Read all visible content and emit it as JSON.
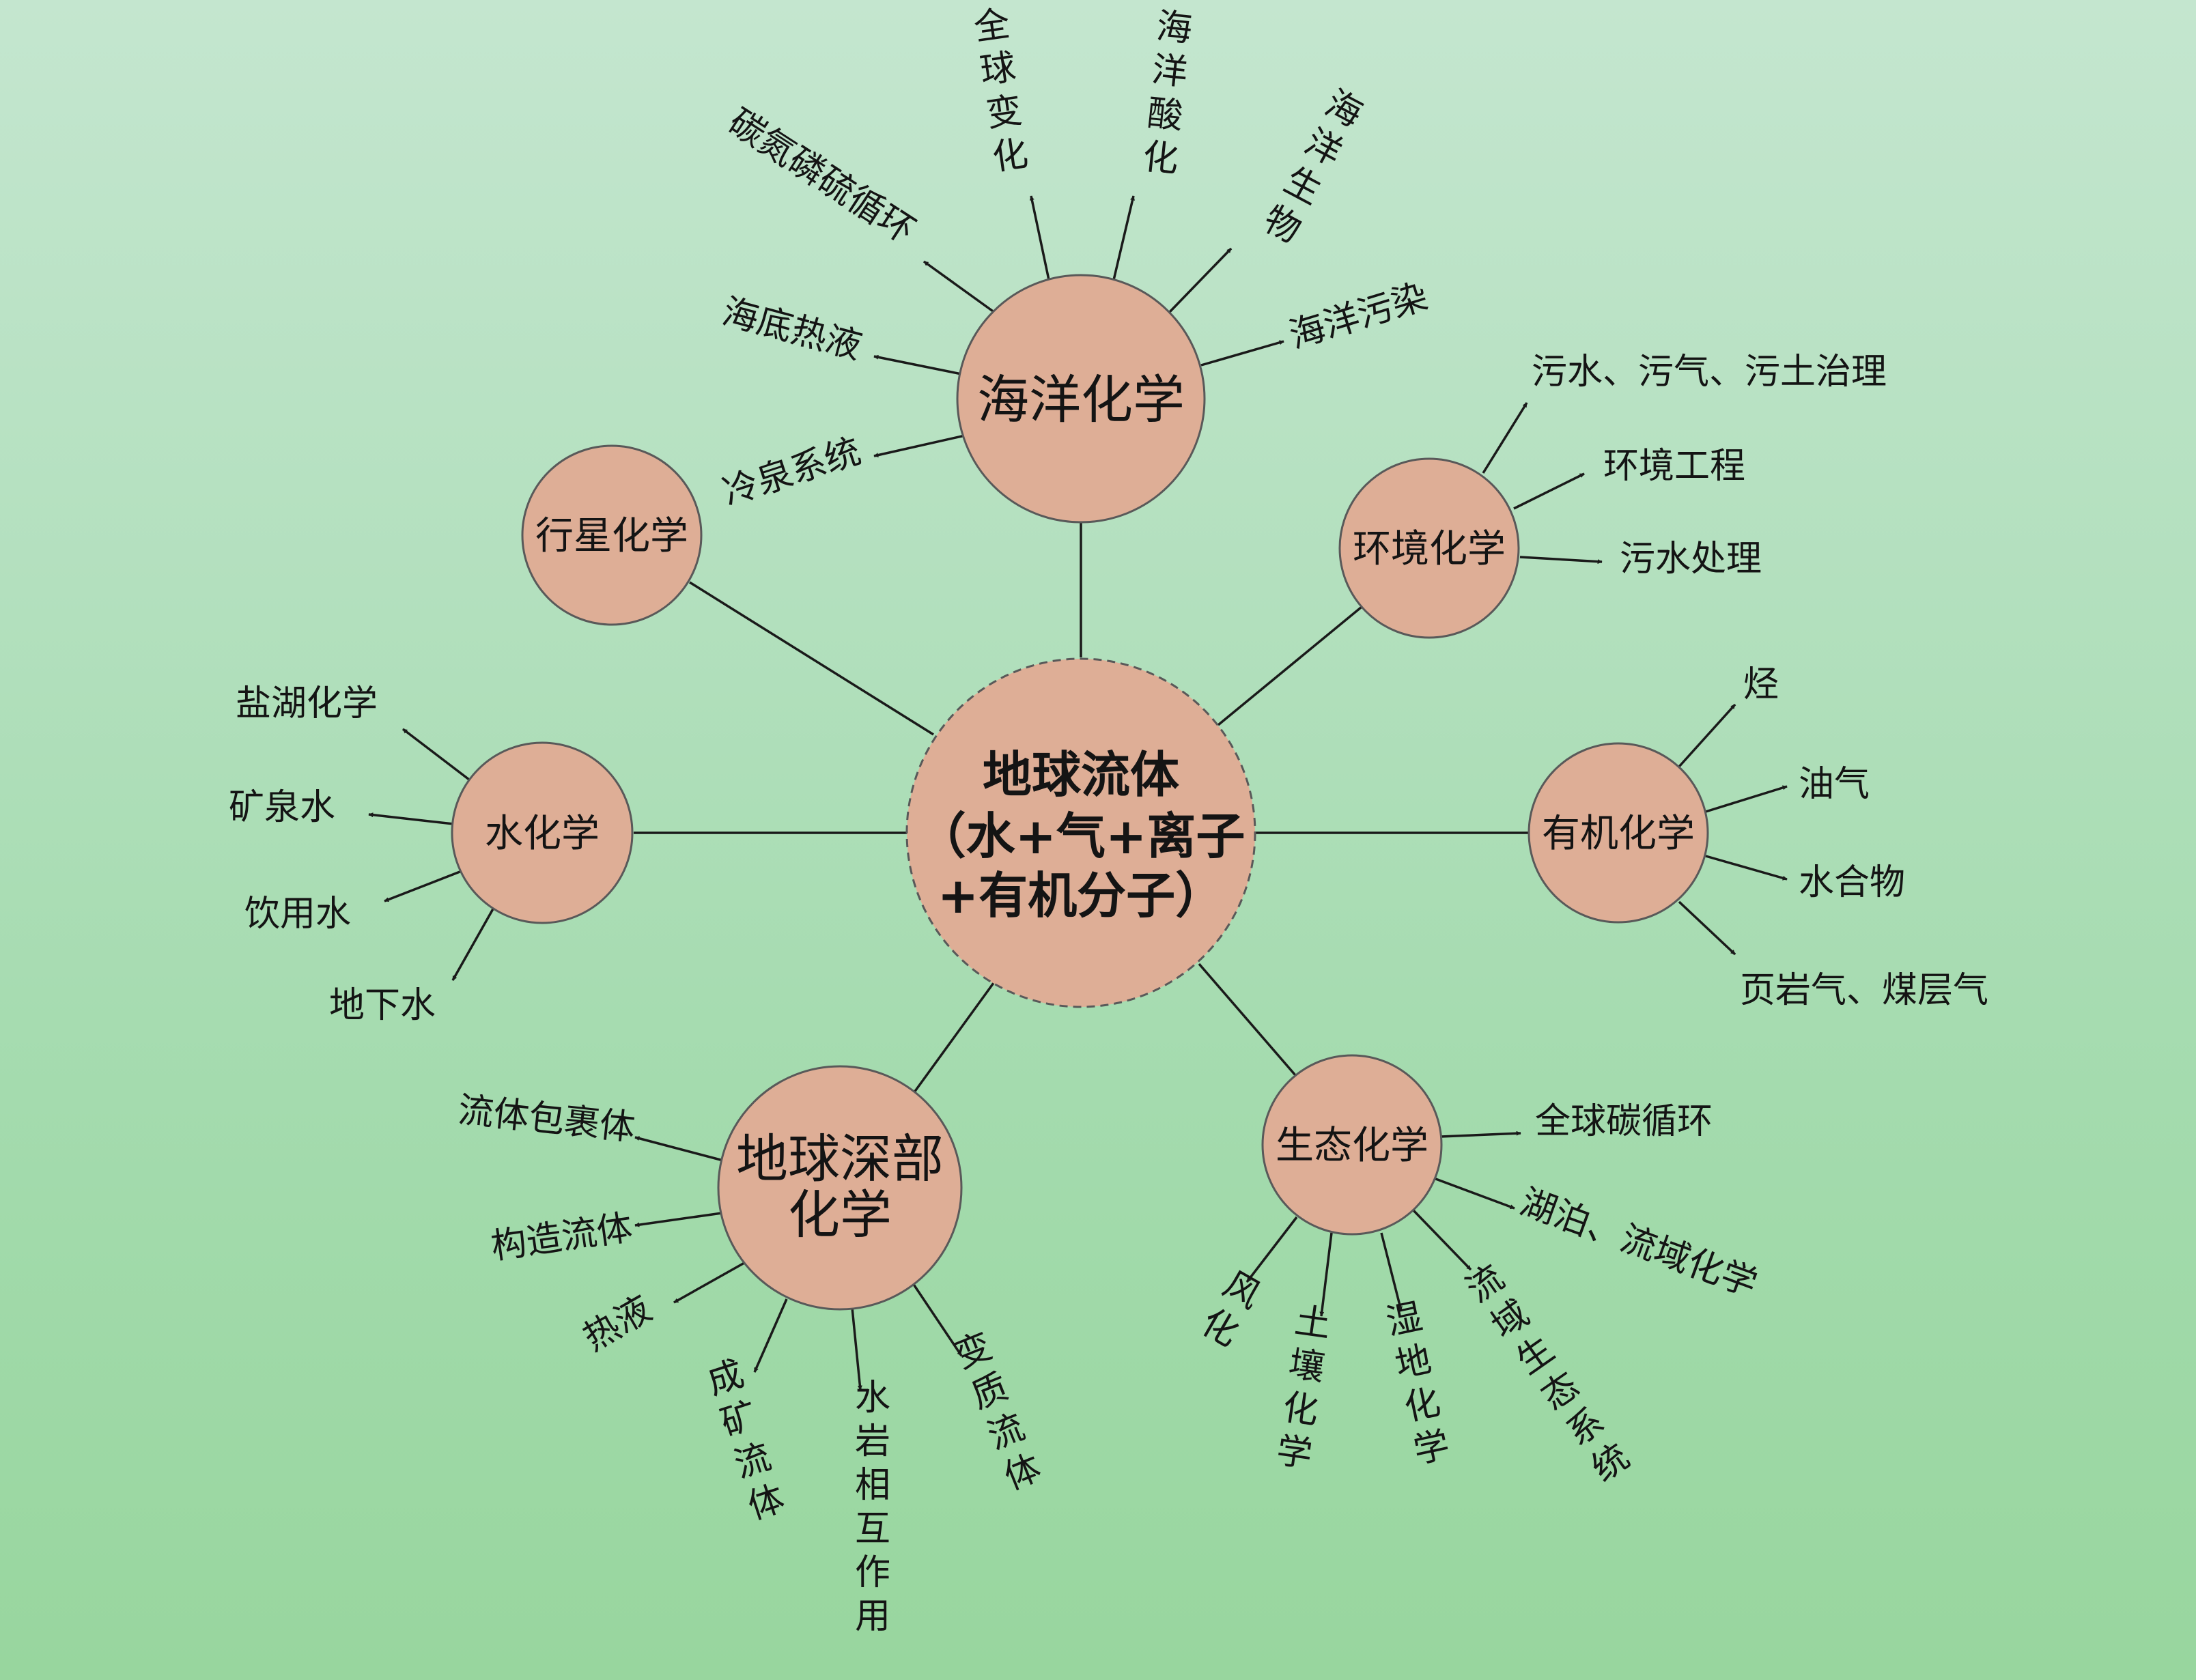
{
  "center": {
    "line1": "地球流体",
    "line2": "（水+气+离子",
    "line3": "+有机分子）"
  },
  "nodes": {
    "ocean": {
      "label": "海洋化学",
      "leaves": [
        "全球变化",
        "海洋酸化",
        "海洋生物",
        "碳氮磷硫循环",
        "海底热液",
        "海洋污染",
        "冷泉系统"
      ]
    },
    "planetary": {
      "label": "行星化学"
    },
    "environment": {
      "label": "环境化学",
      "leaves": [
        "污水、污气、污土治理",
        "环境工程",
        "污水处理"
      ]
    },
    "hydro": {
      "label": "水化学",
      "leaves": [
        "盐湖化学",
        "矿泉水",
        "饮用水",
        "地下水"
      ]
    },
    "organic": {
      "label": "有机化学",
      "leaves": [
        "烃",
        "油气",
        "水合物",
        "页岩气、煤层气"
      ]
    },
    "deep": {
      "label_line1": "地球深部",
      "label_line2": "化学",
      "leaves": [
        "流体包裹体",
        "构造流体",
        "热液",
        "成矿流体",
        "水岩相互作用",
        "变质流体"
      ]
    },
    "eco": {
      "label": "生态化学",
      "leaves": [
        "全球碳循环",
        "湖泊、流域化学",
        "风化",
        "土壤化学",
        "湿地化学",
        "流域生态系统"
      ]
    }
  }
}
